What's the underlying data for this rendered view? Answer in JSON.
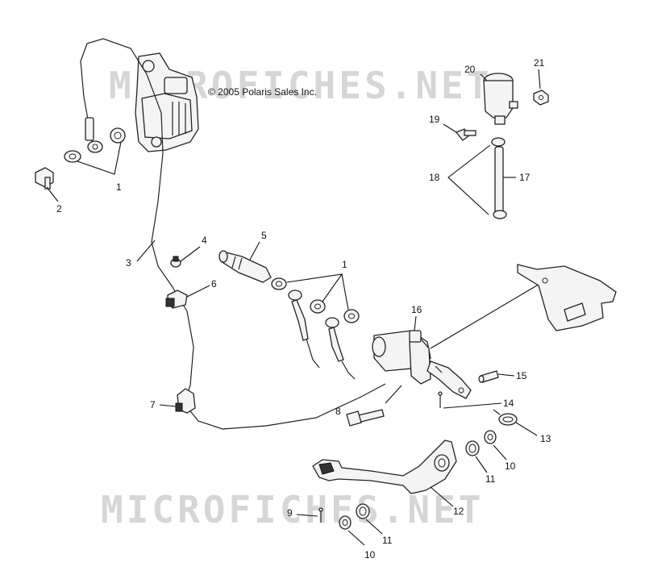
{
  "copyright": "© 2005 Polaris Sales Inc.",
  "watermark": "MICROFICHES.NET",
  "callouts": {
    "c1a": "1",
    "c2": "2",
    "c3": "3",
    "c4": "4",
    "c5": "5",
    "c1b": "1",
    "c6": "6",
    "c7": "7",
    "c8": "8",
    "c9": "9",
    "c10a": "10",
    "c10b": "10",
    "c11a": "11",
    "c11b": "11",
    "c12": "12",
    "c13": "13",
    "c14": "14",
    "c15": "15",
    "c16": "16",
    "c17": "17",
    "c18": "18",
    "c19": "19",
    "c20": "20",
    "c21": "21"
  }
}
